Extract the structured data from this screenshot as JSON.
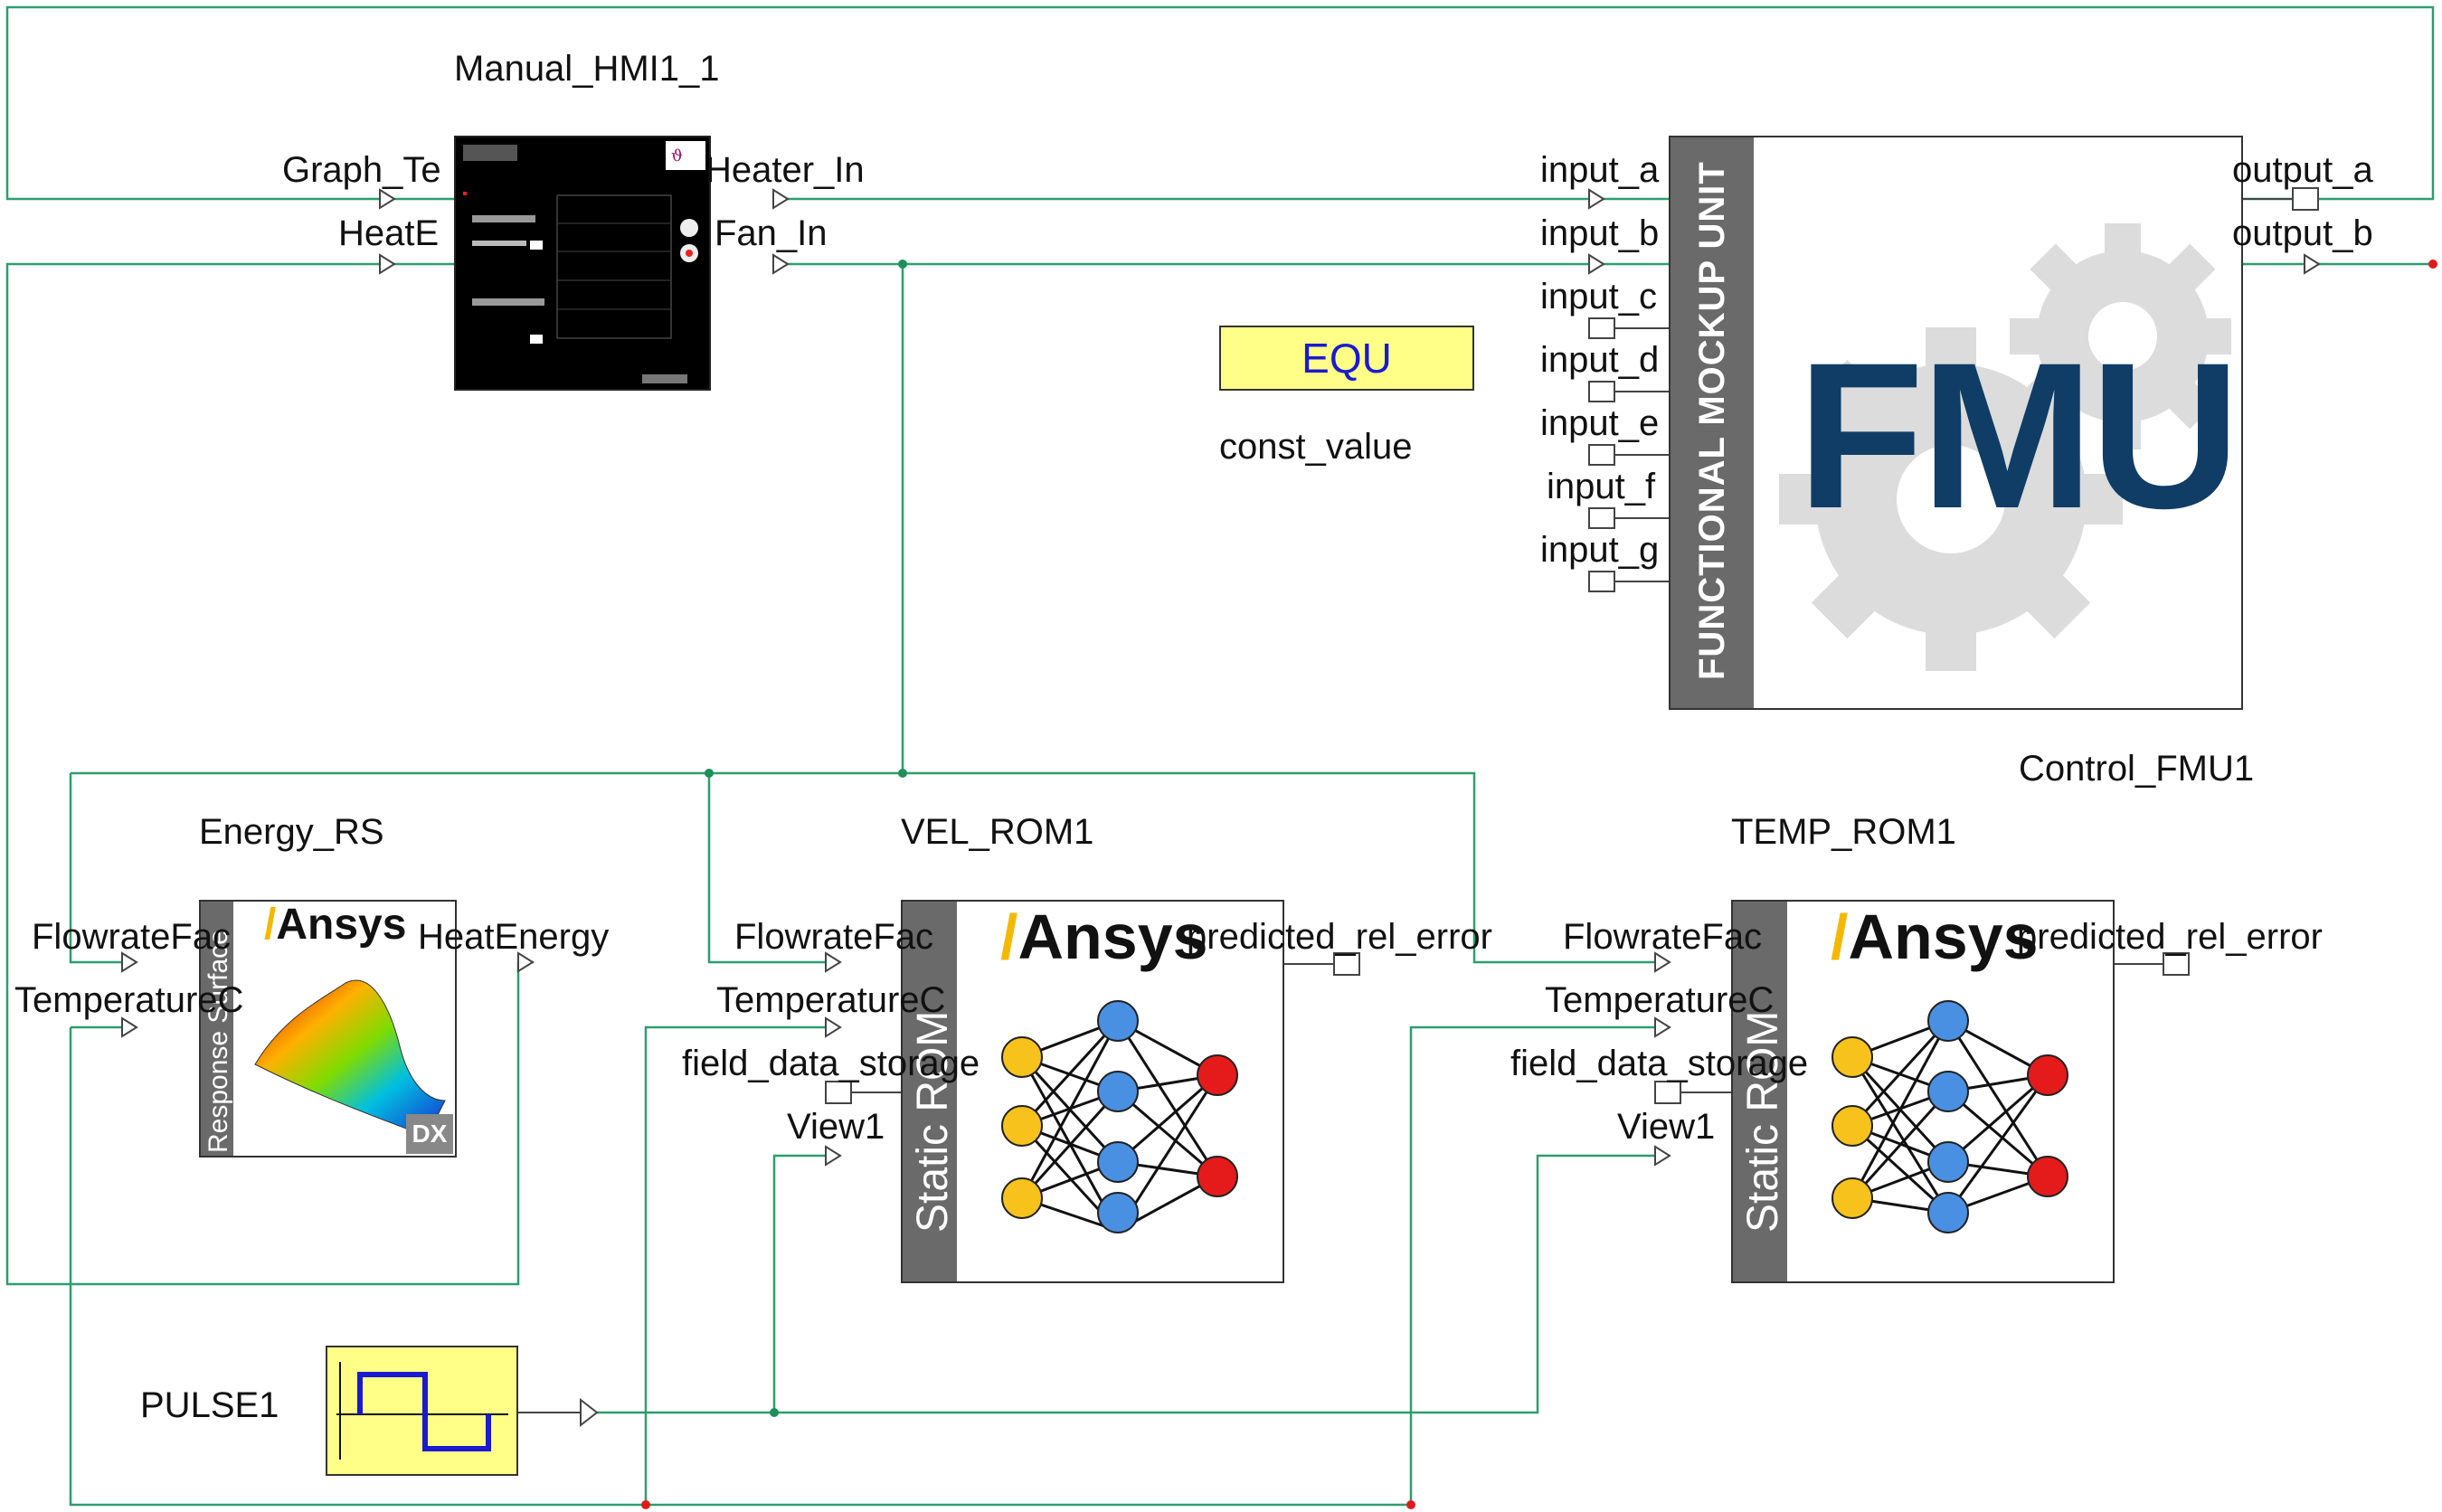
{
  "blocks": {
    "hmi": {
      "name": "Manual_HMI1_1",
      "ports_in": [
        "Graph_Te",
        "HeatE"
      ],
      "ports_out": [
        "Heater_In",
        "Fan_In"
      ]
    },
    "fmu": {
      "name": "Control_FMU1",
      "sidebar_text": "FUNCTIONAL MOCKUP UNIT",
      "logo_text": "FMU",
      "inputs": [
        "input_a",
        "input_b",
        "input_c",
        "input_d",
        "input_e",
        "input_f",
        "input_g"
      ],
      "outputs": [
        "output_a",
        "output_b"
      ]
    },
    "equ": {
      "label": "EQU",
      "name": "const_value"
    },
    "energy": {
      "name": "Energy_RS",
      "sidebar_text": "Response Surface",
      "brand": "Ansys",
      "badge": "DX",
      "inputs": [
        "FlowrateFac",
        "TemperatureC"
      ],
      "output": "HeatEnergy"
    },
    "vel": {
      "name": "VEL_ROM1",
      "sidebar_text": "Static ROM",
      "brand": "Ansys",
      "inputs": [
        "FlowrateFac",
        "TemperatureC",
        "field_data_storage",
        "View1"
      ],
      "output": "predicted_rel_error"
    },
    "temp": {
      "name": "TEMP_ROM1",
      "sidebar_text": "Static ROM",
      "brand": "Ansys",
      "inputs": [
        "FlowrateFac",
        "TemperatureC",
        "field_data_storage",
        "View1"
      ],
      "output": "predicted_rel_error"
    },
    "pulse": {
      "name": "PULSE1"
    }
  },
  "colors": {
    "wire": "#2e9e6e",
    "junction_green": "#1f8f5a",
    "junction_red": "#e01b1b",
    "fmu_blue": "#0f3d66",
    "equ_fill": "#ffff88",
    "equ_text": "#1a1ad0",
    "sidebar_gray": "#6a6a6a",
    "ansys_yellow": "#f5b800",
    "nn_yellow": "#f7c21b",
    "nn_blue": "#4a90e2",
    "nn_red": "#e51b1b",
    "pulse_fill": "#ffff88",
    "pulse_line": "#1a1ad0"
  }
}
